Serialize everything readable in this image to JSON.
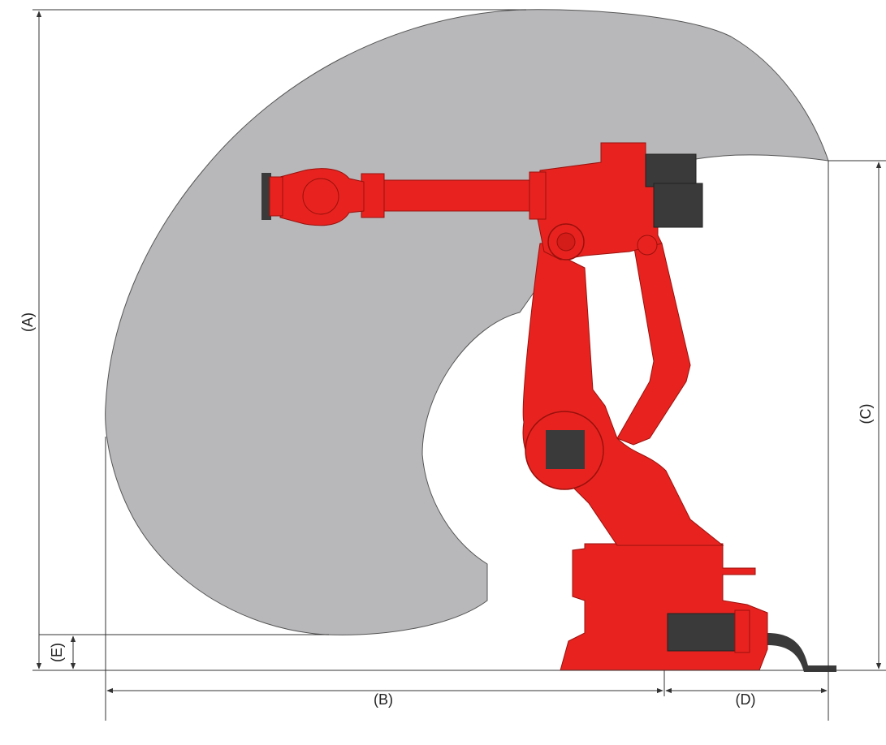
{
  "labels": {
    "a": "(A)",
    "b": "(B)",
    "c": "(C)",
    "d": "(D)",
    "e": "(E)"
  },
  "colors": {
    "envelope": "#b8b8bb",
    "robot_red": "#e8231f",
    "robot_red_dark": "#b5140f",
    "motor_dark": "#3a3a3a",
    "line": "#333333"
  }
}
